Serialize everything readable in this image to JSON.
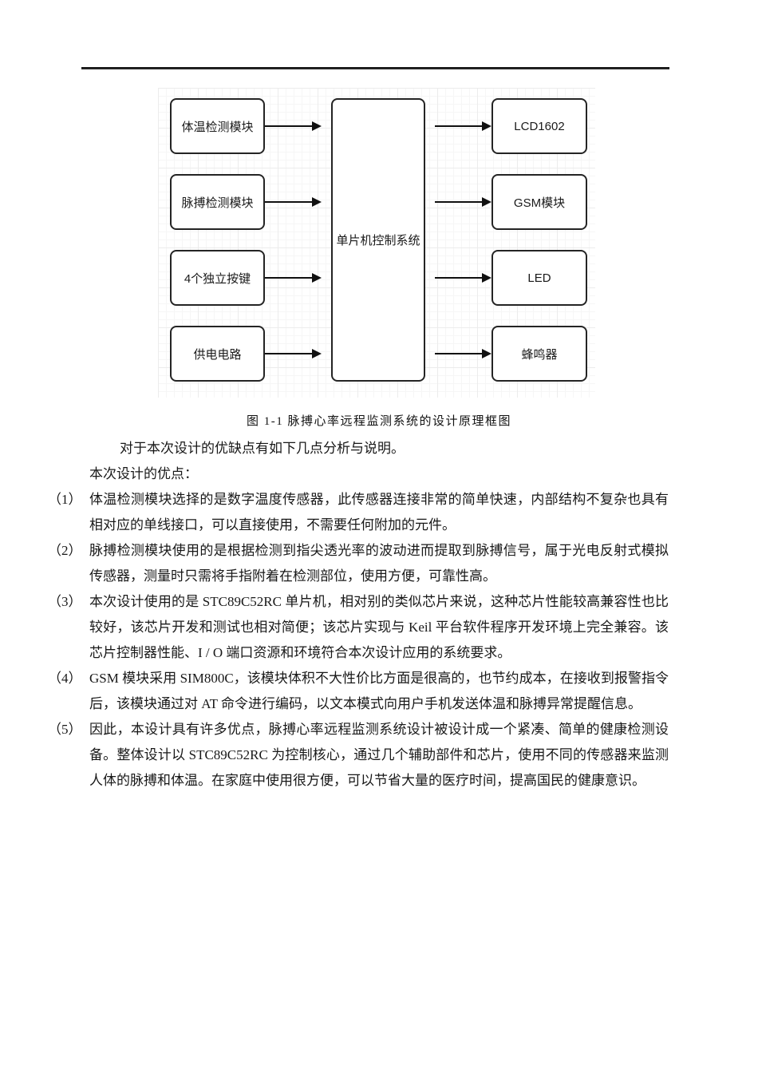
{
  "diagram": {
    "inputs": [
      "体温检测模块",
      "脉搏检测模块",
      "4个独立按键",
      "供电电路"
    ],
    "controller": "单片机控制系统",
    "outputs": [
      "LCD1602",
      "GSM模块",
      "LED",
      "蜂鸣器"
    ],
    "box_border_color": "#242424",
    "arrow_color": "#101010",
    "grid_minor_color": "#f6f6f6",
    "grid_major_color": "#ececec"
  },
  "figure": {
    "caption": "图 1-1 脉搏心率远程监测系统的设计原理框图"
  },
  "content": {
    "intro": "对于本次设计的优缺点有如下几点分析与说明。",
    "heading": "本次设计的优点：",
    "items": [
      {
        "num": "（1）",
        "text": "体温检测模块选择的是数字温度传感器，此传感器连接非常的简单快速，内部结构不复杂也具有相对应的单线接口，可以直接使用，不需要任何附加的元件。"
      },
      {
        "num": "（2）",
        "text": "脉搏检测模块使用的是根据检测到指尖透光率的波动进而提取到脉搏信号，属于光电反射式模拟传感器，测量时只需将手指附着在检测部位，使用方便，可靠性高。"
      },
      {
        "num": "（3）",
        "text": "本次设计使用的是 STC89C52RC 单片机，相对别的类似芯片来说，这种芯片性能较高兼容性也比较好，该芯片开发和测试也相对简便；该芯片实现与 Keil 平台软件程序开发环境上完全兼容。该芯片控制器性能、I / O 端口资源和环境符合本次设计应用的系统要求。"
      },
      {
        "num": "（4）",
        "text": "GSM 模块采用 SIM800C，该模块体积不大性价比方面是很高的，也节约成本，在接收到报警指令后，该模块通过对 AT 命令进行编码，以文本模式向用户手机发送体温和脉搏异常提醒信息。"
      },
      {
        "num": "（5）",
        "text": "因此，本设计具有许多优点，脉搏心率远程监测系统设计被设计成一个紧凑、简单的健康检测设备。整体设计以 STC89C52RC 为控制核心，通过几个辅助部件和芯片，使用不同的传感器来监测人体的脉搏和体温。在家庭中使用很方便，可以节省大量的医疗时间，提高国民的健康意识。"
      }
    ]
  }
}
